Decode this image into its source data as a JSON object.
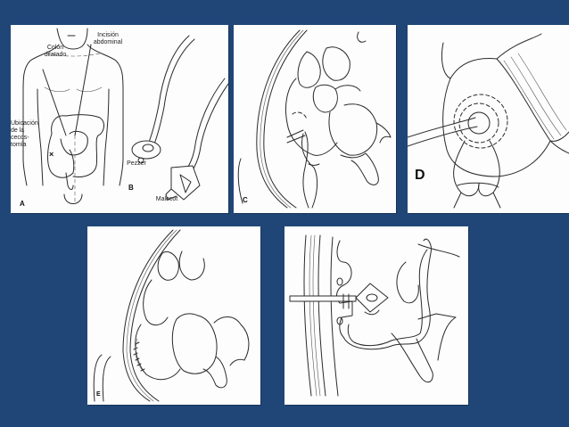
{
  "slide": {
    "background_color": "#1f4677",
    "panel_color": "#fdfdfd"
  },
  "panels": {
    "a": {
      "letter": "A",
      "labels": {
        "colon": [
          "Colon",
          "dilatado"
        ],
        "incision": [
          "Incisión",
          "abdominal"
        ],
        "ubicacion": [
          "Ubicación",
          "de la",
          "cecos-",
          "tomía"
        ]
      },
      "marker": "×"
    },
    "b": {
      "letter": "B",
      "labels": {
        "pezzer": "Pezzer",
        "malecot": "Malecot"
      }
    },
    "c": {
      "letter": "C"
    },
    "d": {
      "letter": "D"
    },
    "e": {
      "letter": "E"
    },
    "f": {
      "letter": ""
    }
  }
}
